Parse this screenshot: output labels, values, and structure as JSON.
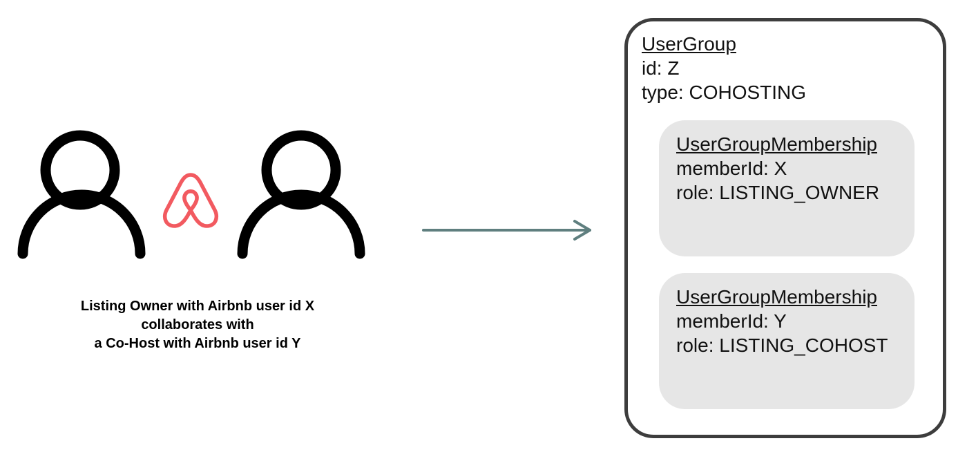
{
  "caption": {
    "line1": "Listing Owner with Airbnb user id X",
    "line2": "collaborates with",
    "line3": "a Co-Host with Airbnb user id Y"
  },
  "colors": {
    "person_stroke": "#000000",
    "airbnb_logo": "#f25a60",
    "arrow": "#5f7f7f",
    "group_border": "#3d3d3d",
    "membership_fill": "#e6e6e6"
  },
  "icons": {
    "left_person": "person-outline-icon",
    "logo": "airbnb-logo-icon",
    "right_person": "person-outline-icon",
    "arrow": "arrow-right-icon"
  },
  "user_group": {
    "title": "UserGroup",
    "id_line": "id: Z",
    "type_line": "type: COHOSTING",
    "memberships": [
      {
        "title": "UserGroupMembership",
        "member_line": "memberId: X",
        "role_line": "role: LISTING_OWNER"
      },
      {
        "title": "UserGroupMembership",
        "member_line": "memberId: Y",
        "role_line": "role: LISTING_COHOST"
      }
    ]
  }
}
